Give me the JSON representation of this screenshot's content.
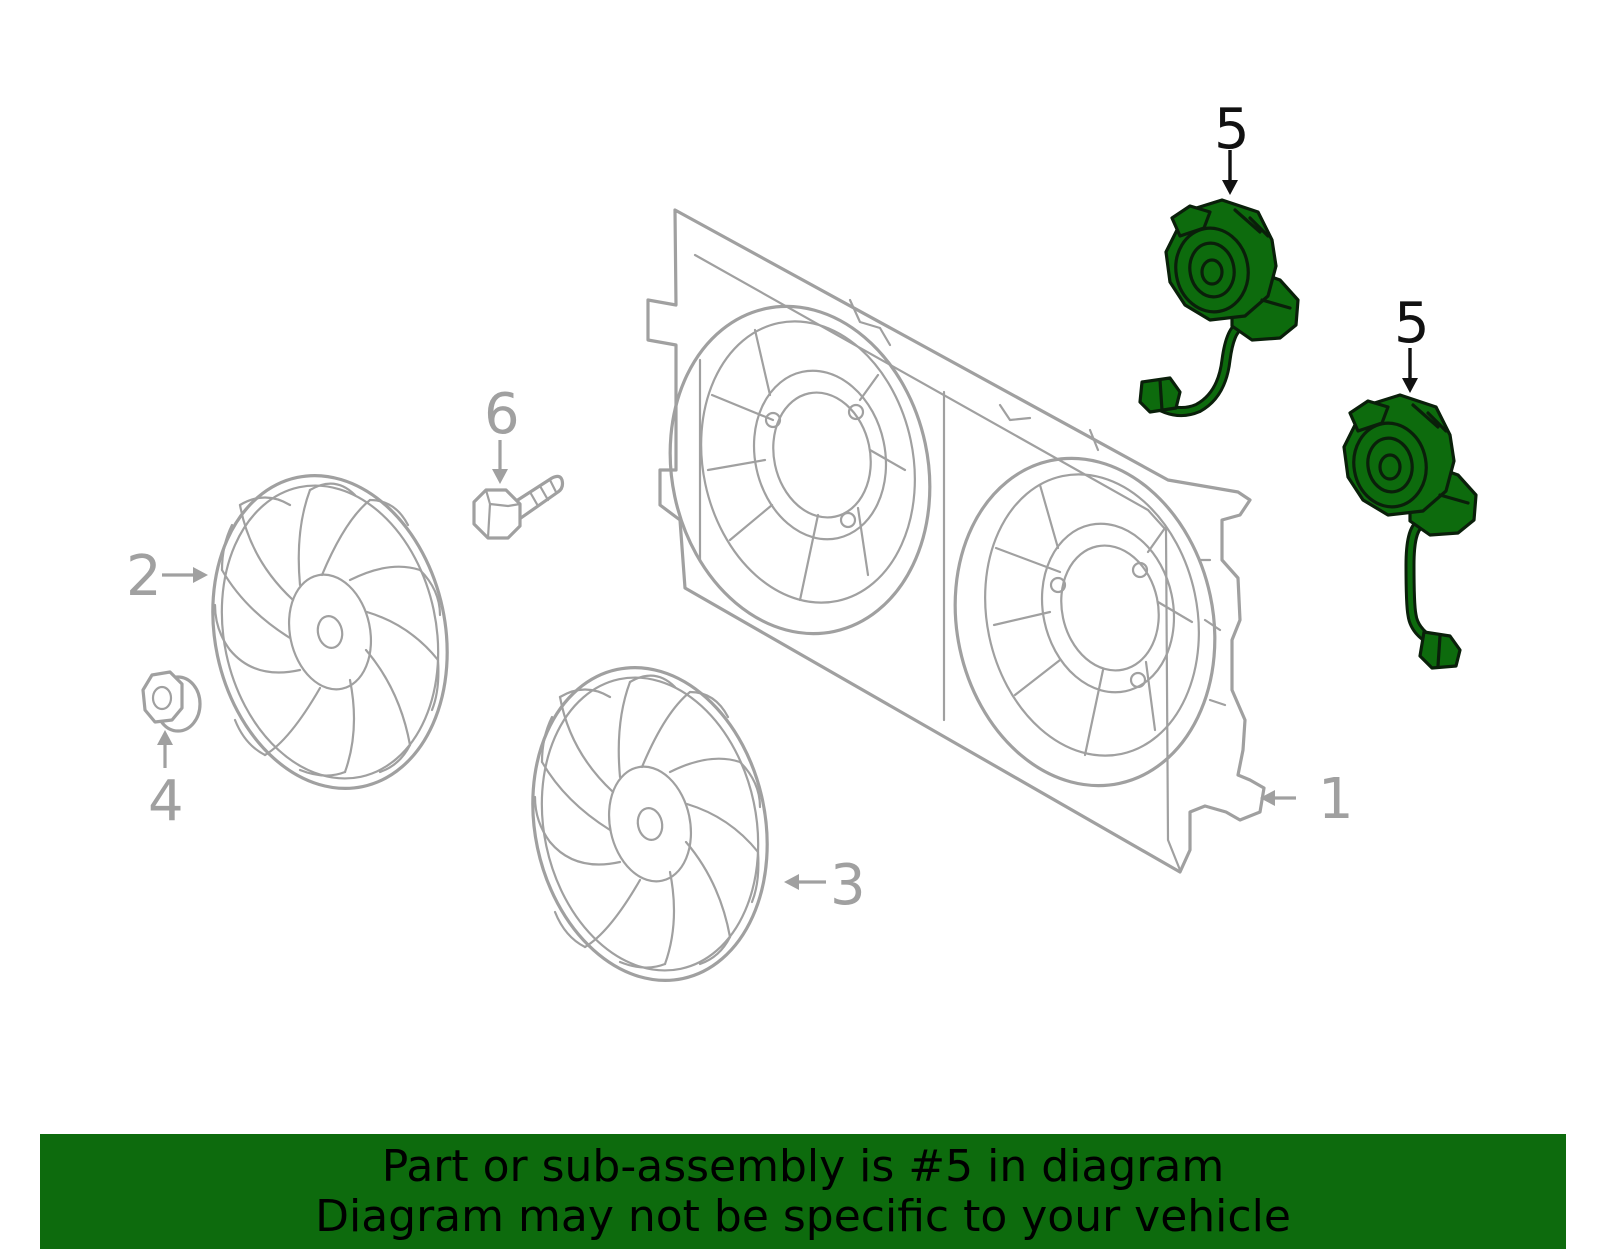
{
  "callouts": {
    "part_1": "1",
    "part_2": "2",
    "part_3": "3",
    "part_4": "4",
    "part_5_upper": "5",
    "part_5_lower": "5",
    "part_6": "6"
  },
  "highlight_color": "#0d6b0d",
  "footer": {
    "line1": "Part or sub-assembly is #5 in diagram",
    "line2": "Diagram may not be specific to your vehicle"
  }
}
